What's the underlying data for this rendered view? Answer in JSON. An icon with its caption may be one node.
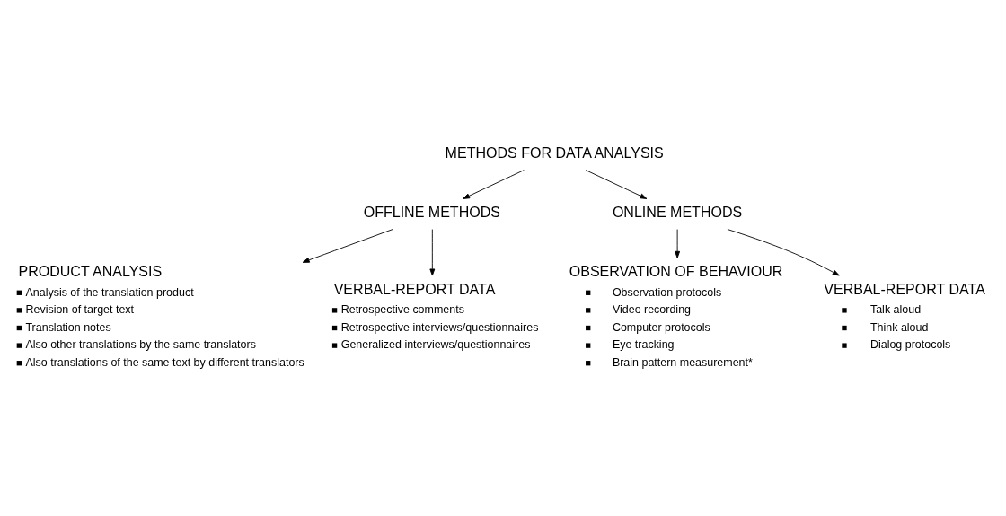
{
  "diagram": {
    "nodes": [
      {
        "text": [
          "METHODS FOR DATA ANALYSIS"
        ]
      },
      {
        "text": [
          "OFFLINE METHODS"
        ]
      },
      {
        "text": [
          "ONLINE METHODS"
        ]
      },
      {
        "text": [
          "PRODUCT ANALYSIS",
          "Analysis of the translation product",
          "Revision of target text",
          "Translation notes",
          "Also other translations by the same translators",
          "Also translations of the same text by different translators"
        ]
      },
      {
        "text": [
          "VERBAL-REPORT DATA",
          "Retrospective comments",
          "Retrospective interviews/questionnaires",
          "Generalized interviews/questionnaires"
        ]
      },
      {
        "text": [
          "OBSERVATION OF BEHAVIOUR",
          "Observation protocols",
          "Video recording",
          "Computer protocols",
          "Eye tracking",
          "Brain pattern measurement*"
        ]
      },
      {
        "text": [
          "VERBAL-REPORT DATA",
          "Talk aloud",
          "Think aloud",
          "Dialog protocols"
        ]
      }
    ],
    "edges": [
      {
        "from": 0,
        "to": 1,
        "arrow": "to"
      },
      {
        "from": 0,
        "to": 2,
        "arrow": "to"
      },
      {
        "from": 1,
        "to": 3,
        "arrow": "to"
      },
      {
        "from": 1,
        "to": 4,
        "arrow": "to"
      },
      {
        "from": 2,
        "to": 5,
        "arrow": "to"
      },
      {
        "from": 2,
        "to": 6,
        "arrow": "to"
      }
    ]
  }
}
